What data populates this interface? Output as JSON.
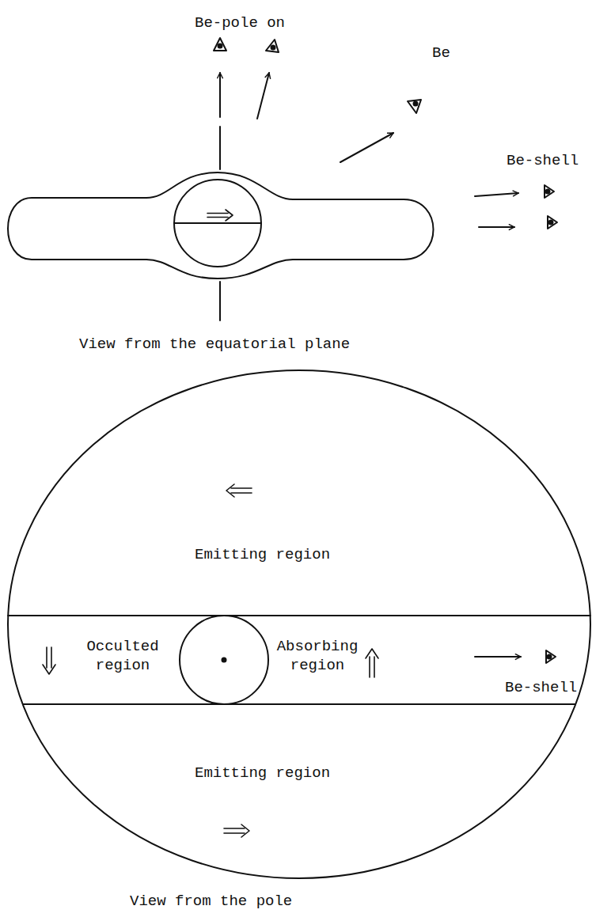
{
  "diagram": {
    "labels": [
      "Be-pole on",
      "Be",
      "Be-shell",
      "View from the equatorial plane",
      "Emitting region",
      "Occulted region",
      "Absorbing region",
      "Be-shell",
      "Emitting region",
      "View from the pole"
    ]
  }
}
